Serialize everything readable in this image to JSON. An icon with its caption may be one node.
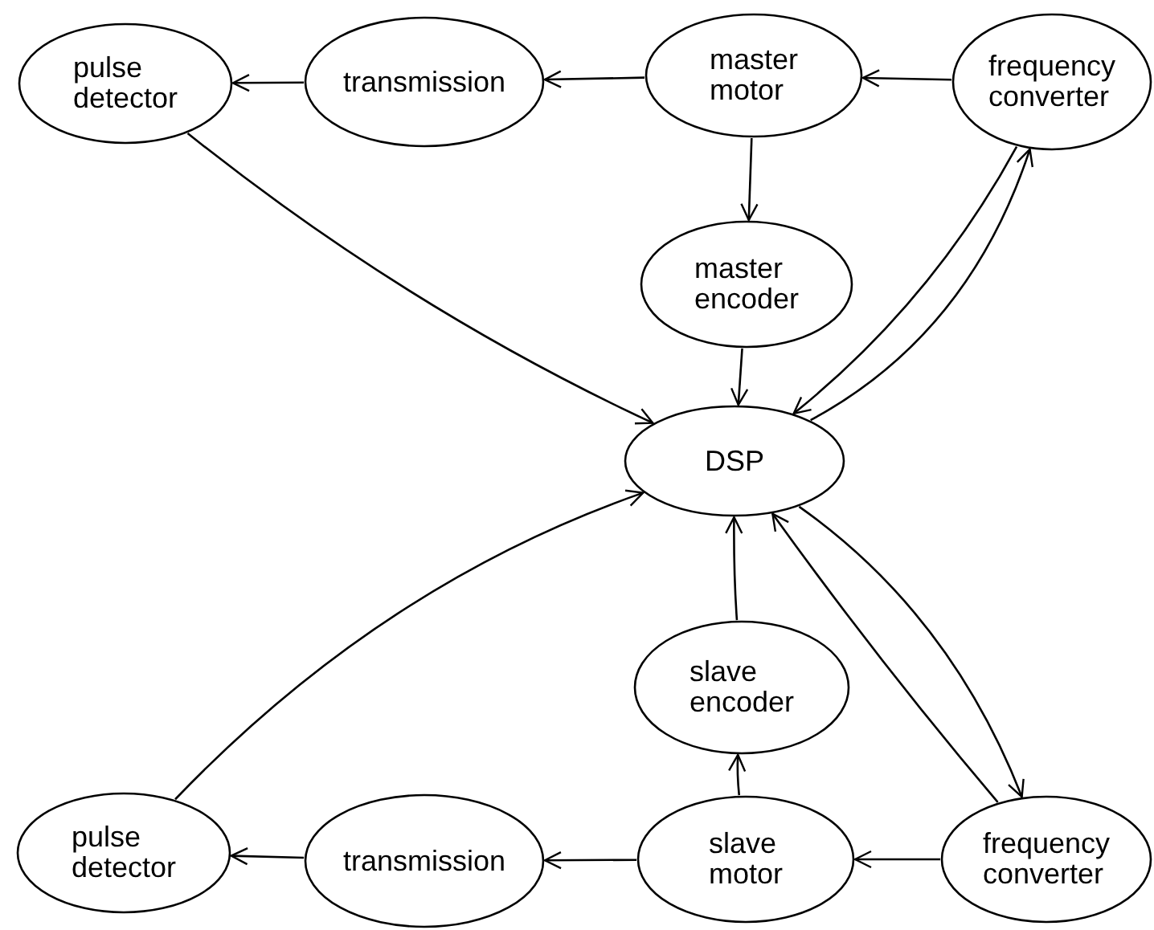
{
  "diagram": {
    "nodes": [
      {
        "text": [
          "pulse detector"
        ]
      },
      {
        "text": [
          "transmission"
        ]
      },
      {
        "text": [
          "master motor"
        ]
      },
      {
        "text": [
          "frequency converter"
        ]
      },
      {
        "text": [
          "master encoder"
        ]
      },
      {
        "text": [
          "DSP"
        ]
      },
      {
        "text": [
          "slave encoder"
        ]
      },
      {
        "text": [
          "pulse detector"
        ]
      },
      {
        "text": [
          "transmission"
        ]
      },
      {
        "text": [
          "slave motor"
        ]
      },
      {
        "text": [
          "frequency converter"
        ]
      }
    ],
    "edges": [
      {
        "from": 2,
        "to": 1,
        "arrow": "to"
      },
      {
        "from": 1,
        "to": 0,
        "arrow": "to"
      },
      {
        "from": 3,
        "to": 2,
        "arrow": "to"
      },
      {
        "from": 2,
        "to": 4,
        "arrow": "to"
      },
      {
        "from": 4,
        "to": 5,
        "arrow": "to"
      },
      {
        "from": 0,
        "to": 5,
        "arrow": "to"
      },
      {
        "from": 3,
        "to": 5,
        "arrow": "to"
      },
      {
        "from": 5,
        "to": 3,
        "arrow": "to"
      },
      {
        "from": 6,
        "to": 5,
        "arrow": "to"
      },
      {
        "from": 9,
        "to": 6,
        "arrow": "to"
      },
      {
        "from": 10,
        "to": 9,
        "arrow": "to"
      },
      {
        "from": 9,
        "to": 8,
        "arrow": "to"
      },
      {
        "from": 8,
        "to": 7,
        "arrow": "to"
      },
      {
        "from": 7,
        "to": 5,
        "arrow": "to"
      },
      {
        "from": 5,
        "to": 10,
        "arrow": "to"
      },
      {
        "from": 10,
        "to": 5,
        "arrow": "to"
      }
    ]
  }
}
